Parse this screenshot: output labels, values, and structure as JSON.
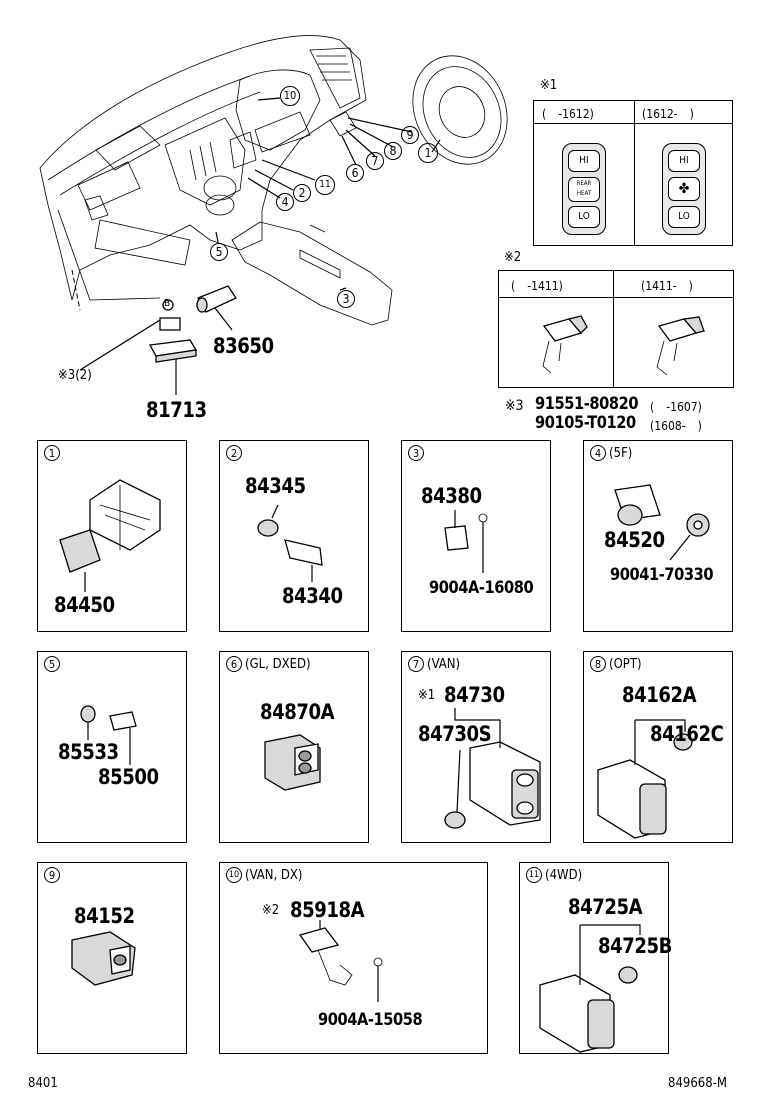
{
  "overview": {
    "callouts": [
      "10",
      "1",
      "9",
      "8",
      "7",
      "6",
      "11",
      "2",
      "4",
      "5",
      "3"
    ],
    "parts": {
      "p83650": "83650",
      "p81713": "81713"
    },
    "note3_ref": "※3(2)",
    "bolt_letter": "B"
  },
  "note1": {
    "label": "※1",
    "col_a": "(　-1612)",
    "col_b": "(1612-　)",
    "switch_a": [
      "HI",
      "REAR HEAT",
      "LO"
    ],
    "switch_b": [
      "HI",
      "LO"
    ]
  },
  "note2": {
    "label": "※2",
    "col_a": "(　-1411)",
    "col_b": "(1411-　)"
  },
  "note3": {
    "label": "※3",
    "line1_part": "91551-80820",
    "line1_range": "(　-1607)",
    "line2_part": "90105-T0120",
    "line2_range": "(1608-　)"
  },
  "boxes": [
    {
      "num": "1",
      "tag": "",
      "parts": [
        "84450"
      ]
    },
    {
      "num": "2",
      "tag": "",
      "parts": [
        "84345",
        "84340"
      ]
    },
    {
      "num": "3",
      "tag": "",
      "parts": [
        "84380",
        "9004A-16080"
      ]
    },
    {
      "num": "4",
      "tag": "(5F)",
      "parts": [
        "84520",
        "90041-70330"
      ]
    },
    {
      "num": "5",
      "tag": "",
      "parts": [
        "85533",
        "85500"
      ]
    },
    {
      "num": "6",
      "tag": "(GL, DXED)",
      "parts": [
        "84870A"
      ]
    },
    {
      "num": "7",
      "tag": "(VAN)",
      "note": "※1",
      "parts": [
        "84730",
        "84730S"
      ]
    },
    {
      "num": "8",
      "tag": "(OPT)",
      "parts": [
        "84162A",
        "84162C"
      ]
    },
    {
      "num": "9",
      "tag": "",
      "parts": [
        "84152"
      ]
    },
    {
      "num": "10",
      "tag": "(VAN, DX)",
      "note": "※2",
      "parts": [
        "85918A",
        "9004A-15058"
      ]
    },
    {
      "num": "11",
      "tag": "(4WD)",
      "parts": [
        "84725A",
        "84725B"
      ]
    }
  ],
  "footer": {
    "left": "8401",
    "right": "849668-M"
  }
}
